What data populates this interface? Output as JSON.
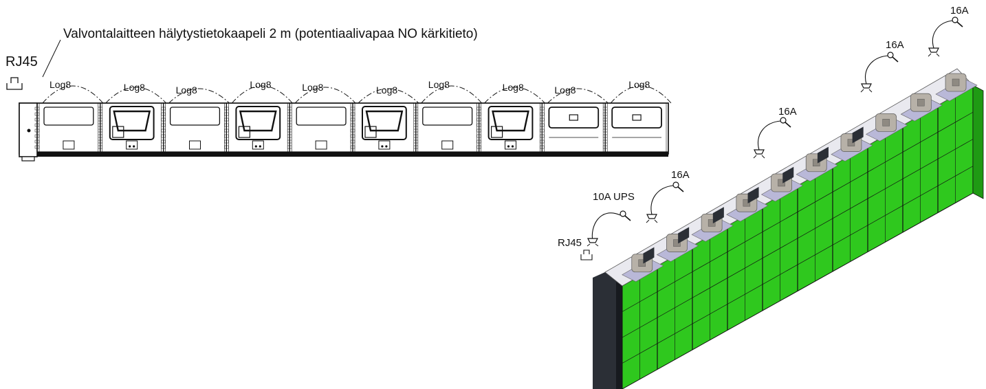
{
  "title": "Valvontalaitteen hälytystietokaapeli 2 m (potentiaalivapaa NO kärkitieto)",
  "rj45_main": "RJ45",
  "log_label": "Log8",
  "log_count": 10,
  "module_count": 10,
  "iso_module_count": 10,
  "power_labels": {
    "ups": "10A UPS",
    "rj45_small": "RJ45",
    "a16": "16A"
  },
  "colors": {
    "locker_green": "#2fc81e",
    "locker_green_dark": "#1f9a14",
    "frame_dark": "#2b2f36",
    "unit_grey": "#b7b1a8",
    "unit_lilac": "#b9b8d8",
    "line": "#111111"
  }
}
